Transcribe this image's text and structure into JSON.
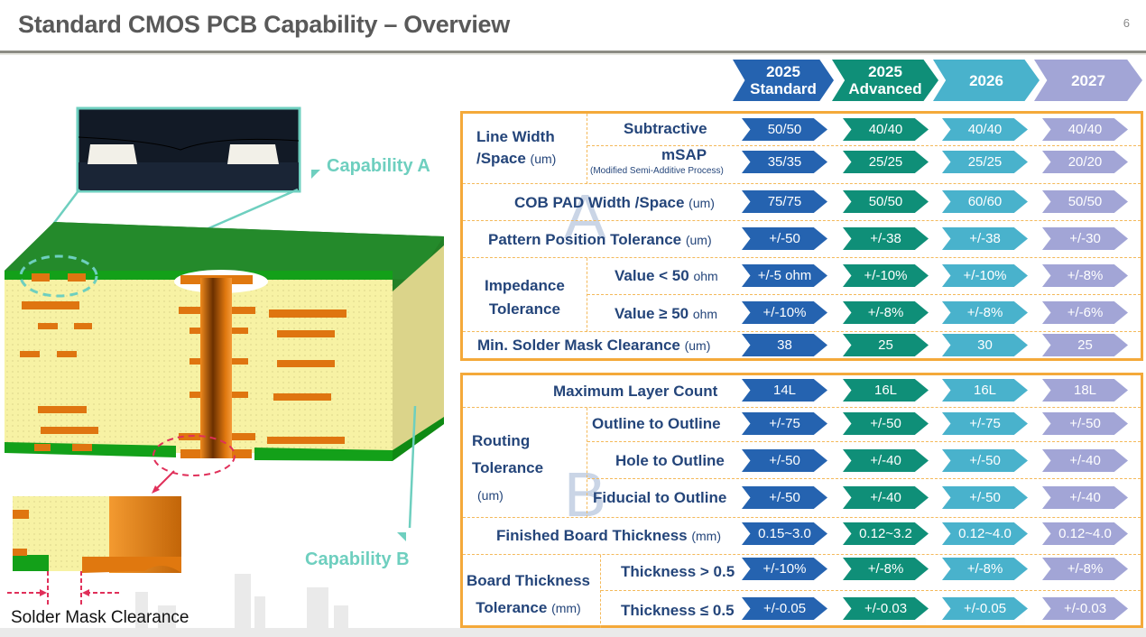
{
  "title": "Standard CMOS PCB Capability – Overview",
  "page_number": "6",
  "columns": [
    {
      "line1": "2025",
      "line2": "Standard",
      "color": "#2563b0"
    },
    {
      "line1": "2025",
      "line2": "Advanced",
      "color": "#0f8f78"
    },
    {
      "line1": "2026",
      "line2": "",
      "color": "#49b2cc"
    },
    {
      "line1": "2027",
      "line2": "",
      "color": "#a2a5d6"
    }
  ],
  "section_a": {
    "letter": "A",
    "line_width_space": {
      "label": "Line Width",
      "label2": "/Space",
      "unit": "(um)",
      "subtractive": {
        "label": "Subtractive",
        "values": [
          "50/50",
          "40/40",
          "40/40",
          "40/40"
        ]
      },
      "msap": {
        "label": "mSAP",
        "note": "(Modified Semi-Additive Process)",
        "values": [
          "35/35",
          "25/25",
          "25/25",
          "20/20"
        ]
      }
    },
    "cob_pad": {
      "label": "COB PAD Width /Space",
      "unit": "(um)",
      "values": [
        "75/75",
        "50/50",
        "60/60",
        "50/50"
      ]
    },
    "pattern_position": {
      "label": "Pattern Position Tolerance",
      "unit": "(um)",
      "values": [
        "+/-50",
        "+/-38",
        "+/-38",
        "+/-30"
      ]
    },
    "impedance": {
      "label": "Impedance",
      "label2": "Tolerance",
      "lt50": {
        "label": "Value < 50",
        "unit": "ohm",
        "values": [
          "+/-5 ohm",
          "+/-10%",
          "+/-10%",
          "+/-8%"
        ]
      },
      "ge50": {
        "label": "Value ≥ 50",
        "unit": "ohm",
        "values": [
          "+/-10%",
          "+/-8%",
          "+/-8%",
          "+/-6%"
        ]
      }
    },
    "solder_mask": {
      "label": "Min. Solder Mask Clearance",
      "unit": "(um)",
      "values": [
        "38",
        "25",
        "30",
        "25"
      ]
    }
  },
  "section_b": {
    "letter": "B",
    "layer_count": {
      "label": "Maximum Layer Count",
      "values": [
        "14L",
        "16L",
        "16L",
        "18L"
      ]
    },
    "routing": {
      "label": "Routing",
      "label2": "Tolerance",
      "unit": "(um)",
      "outline": {
        "label": "Outline to Outline",
        "values": [
          "+/-75",
          "+/-50",
          "+/-75",
          "+/-50"
        ]
      },
      "hole": {
        "label": "Hole to Outline",
        "values": [
          "+/-50",
          "+/-40",
          "+/-50",
          "+/-40"
        ]
      },
      "fiducial": {
        "label": "Fiducial to Outline",
        "values": [
          "+/-50",
          "+/-40",
          "+/-50",
          "+/-40"
        ]
      }
    },
    "finished_thickness": {
      "label": "Finished Board Thickness",
      "unit": "(mm)",
      "values": [
        "0.15~3.0",
        "0.12~3.2",
        "0.12~4.0",
        "0.12~4.0"
      ]
    },
    "thickness_tol": {
      "label": "Board Thickness",
      "label2": "Tolerance",
      "unit": "(mm)",
      "gt": {
        "label": "Thickness > 0.5",
        "values": [
          "+/-10%",
          "+/-8%",
          "+/-8%",
          "+/-8%"
        ]
      },
      "le": {
        "label": "Thickness ≤ 0.5",
        "values": [
          "+/-0.05",
          "+/-0.03",
          "+/-0.05",
          "+/-0.03"
        ]
      }
    }
  },
  "illustration": {
    "capability_a": "Capability A",
    "capability_b": "Capability B",
    "solder_mask_clearance": "Solder Mask Clearance"
  }
}
